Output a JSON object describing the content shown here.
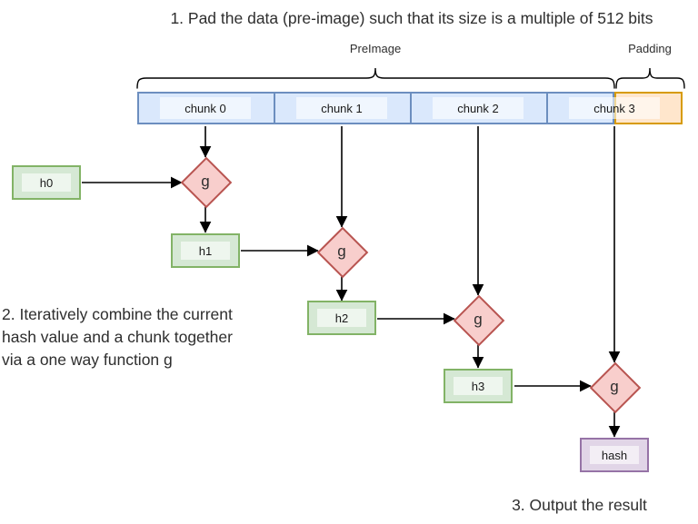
{
  "steps": {
    "step1": "1. Pad the data (pre-image) such that its size is a multiple of 512 bits",
    "step2": "2. Iteratively combine the current\nhash value and a chunk together\nvia a one way function g",
    "step3": "3. Output the result"
  },
  "braces": {
    "preimage_label": "PreImage",
    "padding_label": "Padding"
  },
  "chunks": [
    {
      "label": "chunk 0"
    },
    {
      "label": "chunk 1"
    },
    {
      "label": "chunk 2"
    },
    {
      "label": "chunk 3"
    }
  ],
  "hash_nodes": [
    {
      "label": "h0"
    },
    {
      "label": "h1"
    },
    {
      "label": "h2"
    },
    {
      "label": "h3"
    }
  ],
  "function_nodes": [
    {
      "label": "g"
    },
    {
      "label": "g"
    },
    {
      "label": "g"
    },
    {
      "label": "g"
    }
  ],
  "output_node": {
    "label": "hash"
  },
  "edges": [
    {
      "from": "chunk 0",
      "to": "g1"
    },
    {
      "from": "chunk 1",
      "to": "g2"
    },
    {
      "from": "chunk 2",
      "to": "g3"
    },
    {
      "from": "chunk 3",
      "to": "g4"
    },
    {
      "from": "h0",
      "to": "g1"
    },
    {
      "from": "g1",
      "to": "h1"
    },
    {
      "from": "h1",
      "to": "g2"
    },
    {
      "from": "g2",
      "to": "h2"
    },
    {
      "from": "h2",
      "to": "g3"
    },
    {
      "from": "g3",
      "to": "h3"
    },
    {
      "from": "h3",
      "to": "g4"
    },
    {
      "from": "g4",
      "to": "hash"
    }
  ],
  "colors": {
    "chunk_fill": "#dae8fc",
    "chunk_border": "#6c8ebf",
    "padding_fill": "#ffe6cc",
    "padding_border": "#d79b00",
    "hash_fill": "#d5e8d4",
    "hash_border": "#82b366",
    "g_fill": "#f8cecc",
    "g_border": "#b85450",
    "output_fill": "#e1d5e7",
    "output_border": "#9673a6"
  }
}
